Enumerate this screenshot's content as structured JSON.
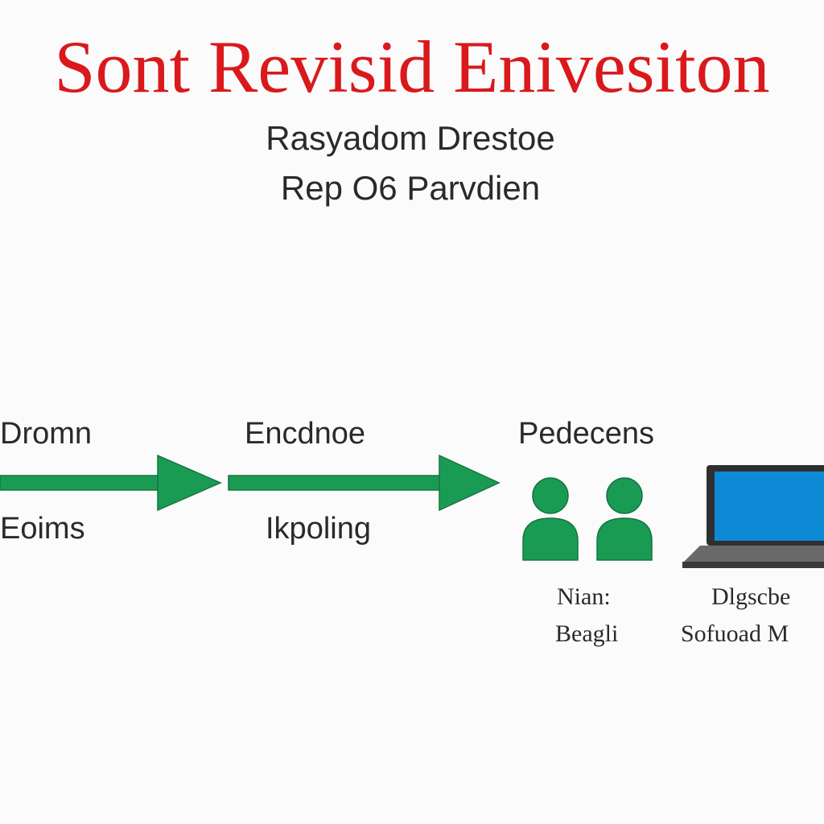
{
  "title": "Sont Revisid Enivesiton",
  "subtitle": {
    "line1": "Rasyadom Drestoe",
    "line2": "Rep O6 Parvdien"
  },
  "stages": [
    {
      "top_label": "Dromn",
      "bottom_label": "Eoims"
    },
    {
      "top_label": "Encdnoe",
      "bottom_label": "Ikpoling"
    },
    {
      "top_label": "Pedecens",
      "bottom_label": ""
    }
  ],
  "people": {
    "line1": "Nian:",
    "line2": "Beagli"
  },
  "device": {
    "line1": "Dlgscbe",
    "line2": "Sofuoad M"
  },
  "colors": {
    "title": "#d9191c",
    "arrow": "#1a9b54",
    "people": "#1a9b54",
    "screen": "#0d8ad6",
    "laptop_frame": "#2f2f2f",
    "text": "#2a2a2a"
  },
  "icons": [
    "arrow-right-icon",
    "person-icon",
    "laptop-icon"
  ]
}
